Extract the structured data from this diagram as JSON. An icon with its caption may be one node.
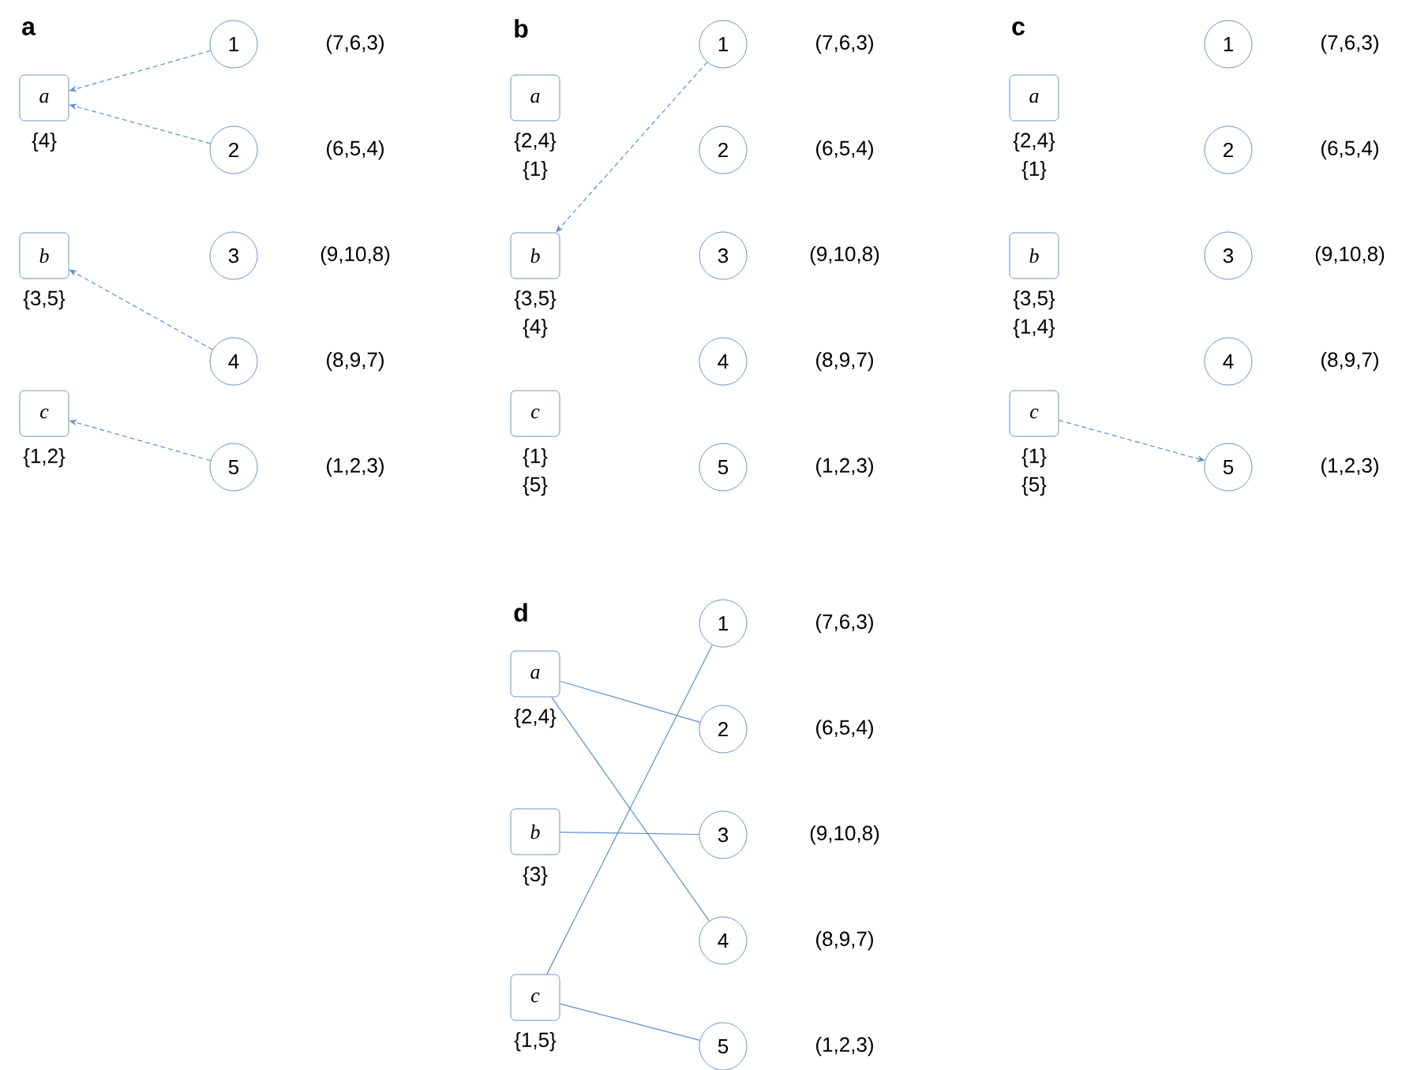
{
  "diagram": {
    "nodes": [
      {
        "text": [
          "a"
        ],
        "beside": [
          "{4}"
        ]
      },
      {
        "text": [
          "b"
        ],
        "beside": [
          "{3,5}"
        ]
      },
      {
        "text": [
          "c"
        ],
        "beside": [
          "{1,2}"
        ]
      },
      {
        "text": [
          "1"
        ],
        "beside": [
          "(7,6,3)"
        ]
      },
      {
        "text": [
          "2"
        ],
        "beside": [
          "(6,5,4)"
        ]
      },
      {
        "text": [
          "3"
        ],
        "beside": [
          "(9,10,8)"
        ]
      },
      {
        "text": [
          "4"
        ],
        "beside": [
          "(8,9,7)"
        ]
      },
      {
        "text": [
          "5"
        ],
        "beside": [
          "(1,2,3)"
        ]
      },
      {
        "text": [
          "a"
        ],
        "beside": [
          "{2,4}",
          "{1}"
        ]
      },
      {
        "text": [
          "b"
        ],
        "beside": [
          "{3,5}",
          "{4}"
        ]
      },
      {
        "text": [
          "c"
        ],
        "beside": [
          "{1}",
          "{5}"
        ]
      },
      {
        "text": [
          "1"
        ],
        "beside": [
          "(7,6,3)"
        ]
      },
      {
        "text": [
          "2"
        ],
        "beside": [
          "(6,5,4)"
        ]
      },
      {
        "text": [
          "3"
        ],
        "beside": [
          "(9,10,8)"
        ]
      },
      {
        "text": [
          "4"
        ],
        "beside": [
          "(8,9,7)"
        ]
      },
      {
        "text": [
          "5"
        ],
        "beside": [
          "(1,2,3)"
        ]
      },
      {
        "text": [
          "a"
        ],
        "beside": [
          "{2,4}",
          "{1}"
        ]
      },
      {
        "text": [
          "b"
        ],
        "beside": [
          "{3,5}",
          "{1,4}"
        ]
      },
      {
        "text": [
          "c"
        ],
        "beside": [
          "{1}",
          "{5}"
        ]
      },
      {
        "text": [
          "1"
        ],
        "beside": [
          "(7,6,3)"
        ]
      },
      {
        "text": [
          "2"
        ],
        "beside": [
          "(6,5,4)"
        ]
      },
      {
        "text": [
          "3"
        ],
        "beside": [
          "(9,10,8)"
        ]
      },
      {
        "text": [
          "4"
        ],
        "beside": [
          "(8,9,7)"
        ]
      },
      {
        "text": [
          "5"
        ],
        "beside": [
          "(1,2,3)"
        ]
      },
      {
        "text": [
          "a"
        ],
        "beside": [
          "{2,4}"
        ]
      },
      {
        "text": [
          "b"
        ],
        "beside": [
          "{3}"
        ]
      },
      {
        "text": [
          "c"
        ],
        "beside": [
          "{1,5}"
        ]
      },
      {
        "text": [
          "1"
        ],
        "beside": [
          "(7,6,3)"
        ]
      },
      {
        "text": [
          "2"
        ],
        "beside": [
          "(6,5,4)"
        ]
      },
      {
        "text": [
          "3"
        ],
        "beside": [
          "(9,10,8)"
        ]
      },
      {
        "text": [
          "4"
        ],
        "beside": [
          "(8,9,7)"
        ]
      },
      {
        "text": [
          "5"
        ],
        "beside": [
          "(1,2,3)"
        ]
      }
    ],
    "edges": [
      {
        "from": 3,
        "to": 0,
        "arrow": "to",
        "style": "dashed"
      },
      {
        "from": 4,
        "to": 0,
        "arrow": "to",
        "style": "dashed"
      },
      {
        "from": 6,
        "to": 1,
        "arrow": "to",
        "style": "dashed"
      },
      {
        "from": 7,
        "to": 2,
        "arrow": "to",
        "style": "dashed"
      },
      {
        "from": 11,
        "to": 9,
        "arrow": "to",
        "style": "dashed"
      },
      {
        "from": 18,
        "to": 23,
        "arrow": "to",
        "style": "dashed"
      },
      {
        "from": 24,
        "to": 28,
        "arrow": "none"
      },
      {
        "from": 24,
        "to": 30,
        "arrow": "none"
      },
      {
        "from": 25,
        "to": 29,
        "arrow": "none"
      },
      {
        "from": 26,
        "to": 27,
        "arrow": "none"
      },
      {
        "from": 26,
        "to": 31,
        "arrow": "none"
      }
    ],
    "labels": [
      "a",
      "b",
      "c",
      "d"
    ]
  }
}
